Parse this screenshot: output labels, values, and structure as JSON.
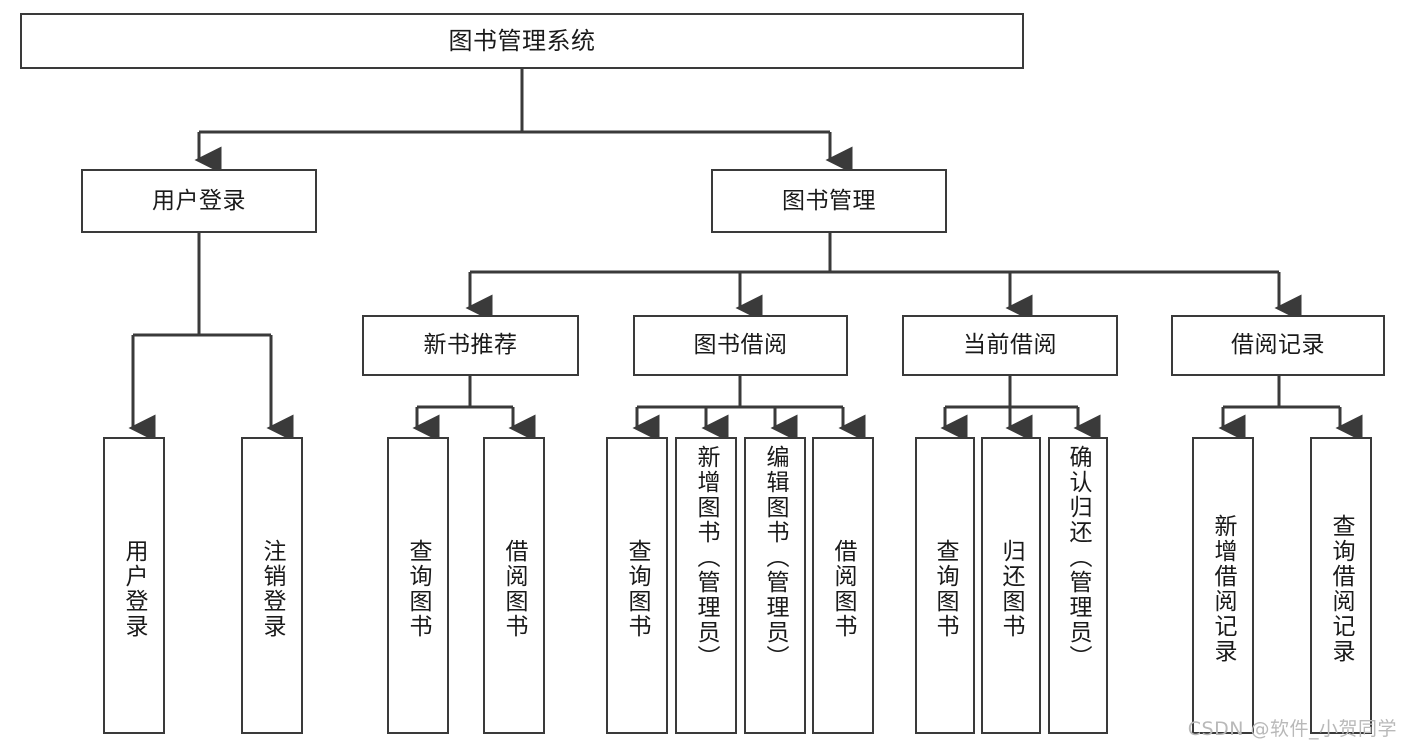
{
  "diagram": {
    "type": "tree-hierarchy",
    "title": "图书管理系统",
    "watermark": "CSDN @软件_小贺同学",
    "colors": {
      "box_border": "#3a3a3a",
      "box_fill": "#ffffff",
      "line": "#3a3a3a",
      "text": "#1a1a1a",
      "watermark": "#b9b9b9"
    },
    "levels": {
      "root": {
        "label": "图书管理系统"
      },
      "level2": [
        {
          "label": "用户登录"
        },
        {
          "label": "图书管理"
        }
      ],
      "level3": [
        {
          "label": "新书推荐"
        },
        {
          "label": "图书借阅"
        },
        {
          "label": "当前借阅"
        },
        {
          "label": "借阅记录"
        }
      ],
      "leaves": {
        "user_login": [
          {
            "label": "用户登录"
          },
          {
            "label": "注销登录"
          }
        ],
        "new_book_recommend": [
          {
            "label": "查询图书"
          },
          {
            "label": "借阅图书"
          }
        ],
        "book_borrow": [
          {
            "label": "查询图书"
          },
          {
            "label": "新增图书（管理员）"
          },
          {
            "label": "编辑图书（管理员）"
          },
          {
            "label": "借阅图书"
          }
        ],
        "current_borrow": [
          {
            "label": "查询图书"
          },
          {
            "label": "归还图书"
          },
          {
            "label": "确认归还（管理员）"
          }
        ],
        "borrow_record": [
          {
            "label": "新增借阅记录"
          },
          {
            "label": "查询借阅记录"
          }
        ]
      }
    }
  }
}
